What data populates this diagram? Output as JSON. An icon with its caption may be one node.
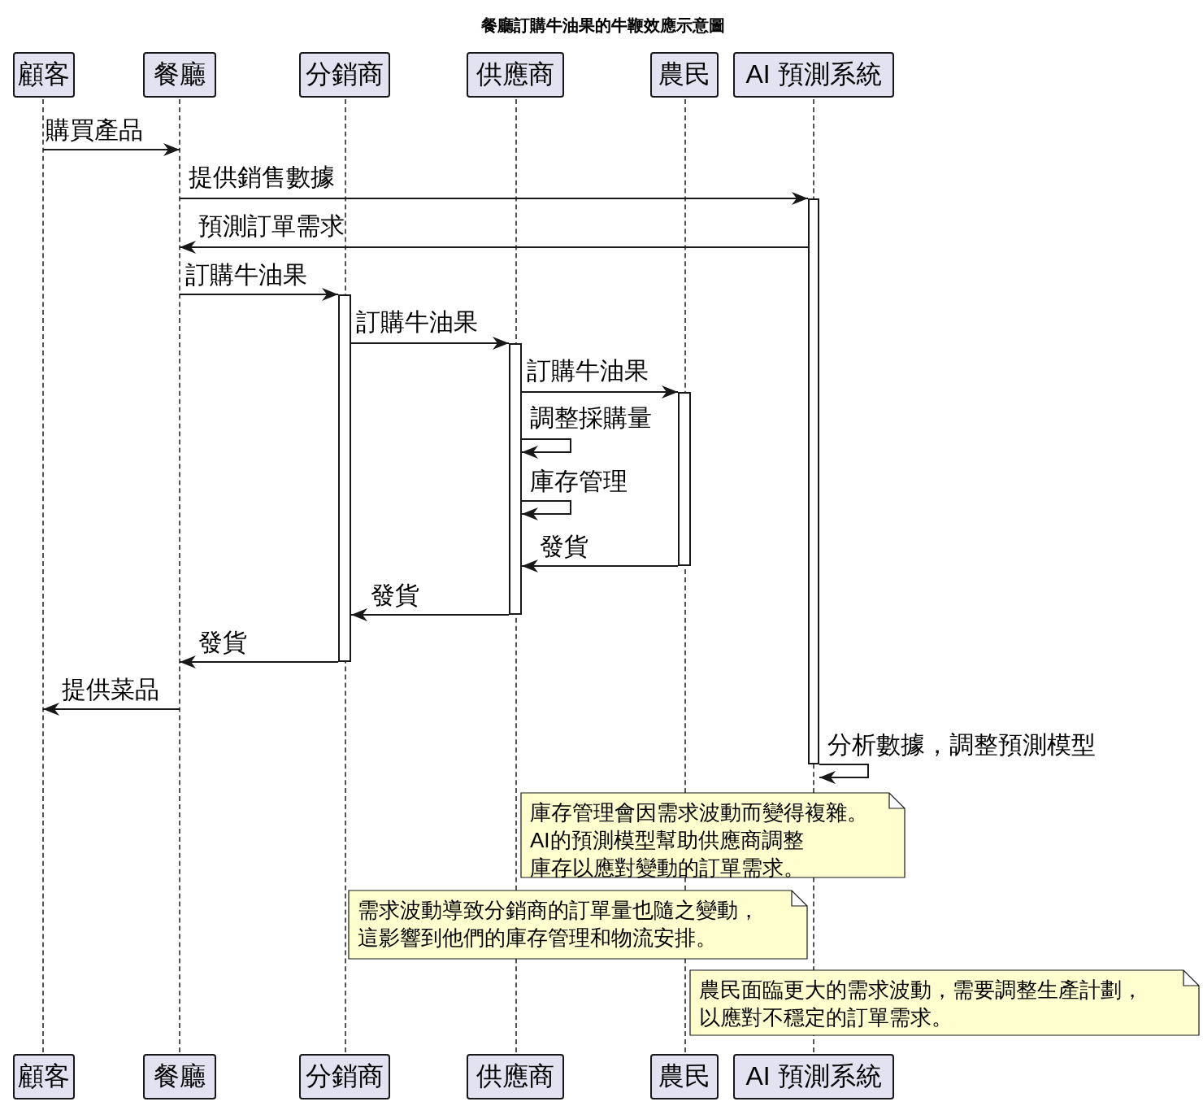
{
  "diagram": {
    "title": "餐廳訂購牛油果的牛鞭效應示意圖",
    "nodes": [
      {
        "text": [
          "顧客"
        ]
      },
      {
        "text": [
          "餐廳"
        ]
      },
      {
        "text": [
          "分銷商"
        ]
      },
      {
        "text": [
          "供應商"
        ]
      },
      {
        "text": [
          "農民"
        ]
      },
      {
        "text": [
          "AI 預測系統"
        ]
      },
      {
        "text": [],
        "shape": "line"
      },
      {
        "text": [],
        "shape": "line"
      },
      {
        "text": [],
        "shape": "line"
      },
      {
        "text": [],
        "shape": "line"
      },
      {
        "text": [],
        "shape": "line"
      },
      {
        "text": [],
        "shape": "line"
      },
      {
        "text": [],
        "shape": "bar"
      },
      {
        "text": [],
        "shape": "bar"
      },
      {
        "text": [],
        "shape": "bar"
      },
      {
        "text": [],
        "shape": "bar"
      },
      {
        "text": [
          "庫存管理會因需求波動而變得複雜。AI的預測模型幫助供應商調整庫存以應對變動的訂單需求。"
        ]
      },
      {
        "text": [
          "需求波動導致分銷商的訂單量也隨之變動，這影響到他們的庫存管理和物流安排。"
        ]
      },
      {
        "text": [
          "農民面臨更大的需求波動，需要調整生產計劃，以應對不穩定的訂單需求。"
        ]
      },
      {
        "text": [
          "顧客"
        ]
      },
      {
        "text": [
          "餐廳"
        ]
      },
      {
        "text": [
          "分銷商"
        ]
      },
      {
        "text": [
          "供應商"
        ]
      },
      {
        "text": [
          "農民"
        ]
      },
      {
        "text": [
          "AI 預測系統"
        ]
      }
    ],
    "edges": [
      {
        "from": 6,
        "to": 7,
        "arrow": "to",
        "label": "購買產品"
      },
      {
        "from": 7,
        "to": 15,
        "arrow": "to",
        "label": "提供銷售數據"
      },
      {
        "from": 15,
        "to": 7,
        "arrow": "to",
        "label": "預測訂單需求"
      },
      {
        "from": 7,
        "to": 12,
        "arrow": "to",
        "label": "訂購牛油果"
      },
      {
        "from": 12,
        "to": 13,
        "arrow": "to",
        "label": "訂購牛油果"
      },
      {
        "from": 13,
        "to": 14,
        "arrow": "to",
        "label": "訂購牛油果"
      },
      {
        "from": 13,
        "to": 13,
        "arrow": "to",
        "label": "調整採購量"
      },
      {
        "from": 13,
        "to": 13,
        "arrow": "to",
        "label": "庫存管理"
      },
      {
        "from": 14,
        "to": 13,
        "arrow": "to",
        "label": "發貨"
      },
      {
        "from": 13,
        "to": 12,
        "arrow": "to",
        "label": "發貨"
      },
      {
        "from": 12,
        "to": 7,
        "arrow": "to",
        "label": "發貨"
      },
      {
        "from": 7,
        "to": 6,
        "arrow": "to",
        "label": "提供菜品"
      },
      {
        "from": 15,
        "to": 15,
        "arrow": "to",
        "label": "分析數據，調整預測模型"
      }
    ]
  }
}
